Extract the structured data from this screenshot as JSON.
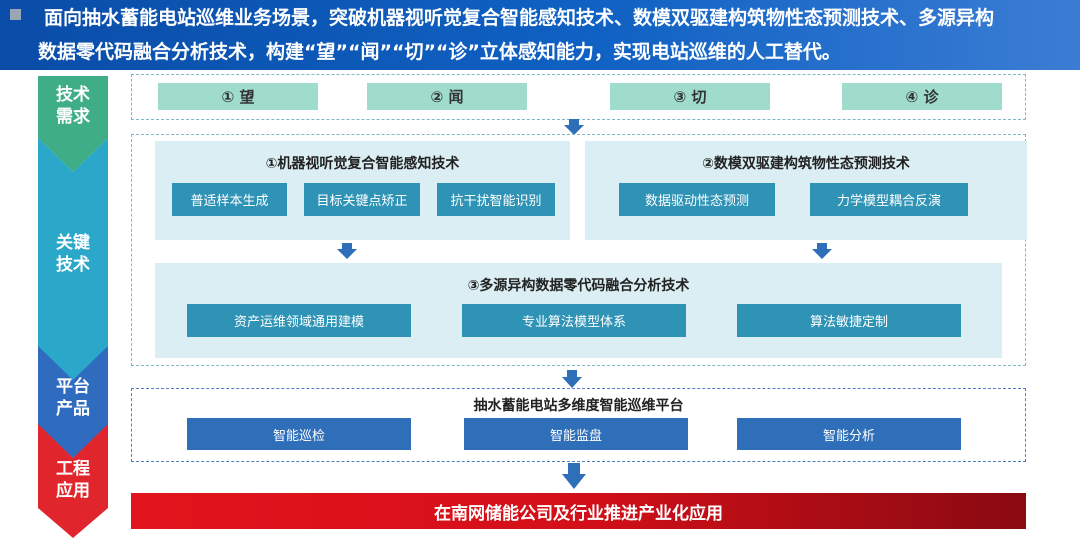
{
  "header": {
    "line1": "面向抽水蓄能电站巡维业务场景，突破机器视听觉复合智能感知技术、数模双驱建构筑物性态预测技术、多源异构",
    "line2": "数据零代码融合分析技术，构建“望”“闻”“切”“诊”立体感知能力，实现电站巡维的人工替代。"
  },
  "sidebar": {
    "stages": [
      {
        "label": "技术\n需求",
        "color": "#3fae86"
      },
      {
        "label": "关键\n技术",
        "color": "#2aa7c9"
      },
      {
        "label": "平台\n产品",
        "color": "#2f6bbf"
      },
      {
        "label": "工程\n应用",
        "color": "#e0262c"
      }
    ]
  },
  "needs": [
    "① 望",
    "② 闻",
    "③ 切",
    "④ 诊"
  ],
  "tech1": {
    "title": "①机器视听觉复合智能感知技术",
    "items": [
      "普适样本生成",
      "目标关键点矫正",
      "抗干扰智能识别"
    ]
  },
  "tech2": {
    "title": "②数模双驱建构筑物性态预测技术",
    "items": [
      "数据驱动性态预测",
      "力学模型耦合反演"
    ]
  },
  "tech3": {
    "title": "③多源异构数据零代码融合分析技术",
    "items": [
      "资产运维领域通用建模",
      "专业算法模型体系",
      "算法敏捷定制"
    ]
  },
  "platform": {
    "title": "抽水蓄能电站多维度智能巡维平台",
    "items": [
      "智能巡检",
      "智能监盘",
      "智能分析"
    ]
  },
  "application": "在南网储能公司及行业推进产业化应用",
  "colors": {
    "header": "#0f61c3",
    "need_box": "#9fdccb",
    "tech_button": "#2f93b6",
    "platform_button": "#2f6eb8",
    "arrow": "#2f6eb8",
    "application_bar": "#e3141d"
  }
}
